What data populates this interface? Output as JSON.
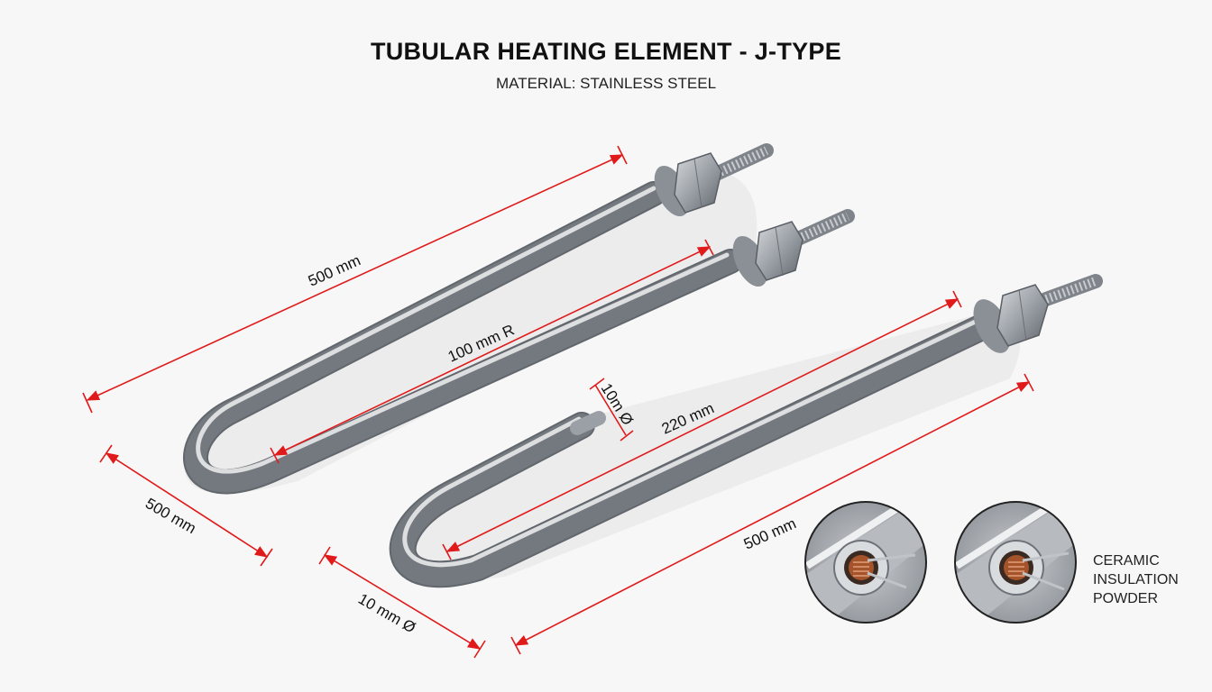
{
  "header": {
    "title": "TUBULAR HEATING ELEMENT - J-TYPE",
    "subtitle": "MATERIAL: STAINLESS STEEL"
  },
  "dimensions": {
    "top_length": "500 mm",
    "bend_radius": "100 mm R",
    "tube_diameter_top": "10m Ø",
    "leg_length": "220 mm",
    "left_length": "500 mm",
    "bottom_diameter": "10 mm Ø",
    "bottom_length": "500 mm"
  },
  "callout": {
    "line1": "CERAMIC",
    "line2": "INSULATION",
    "line3": "POWDER"
  },
  "colors": {
    "dimension_line": "#e01a1a",
    "steel_light": "#e9ebee",
    "steel_dark": "#6f747b",
    "copper_coil": "#a4532a"
  }
}
